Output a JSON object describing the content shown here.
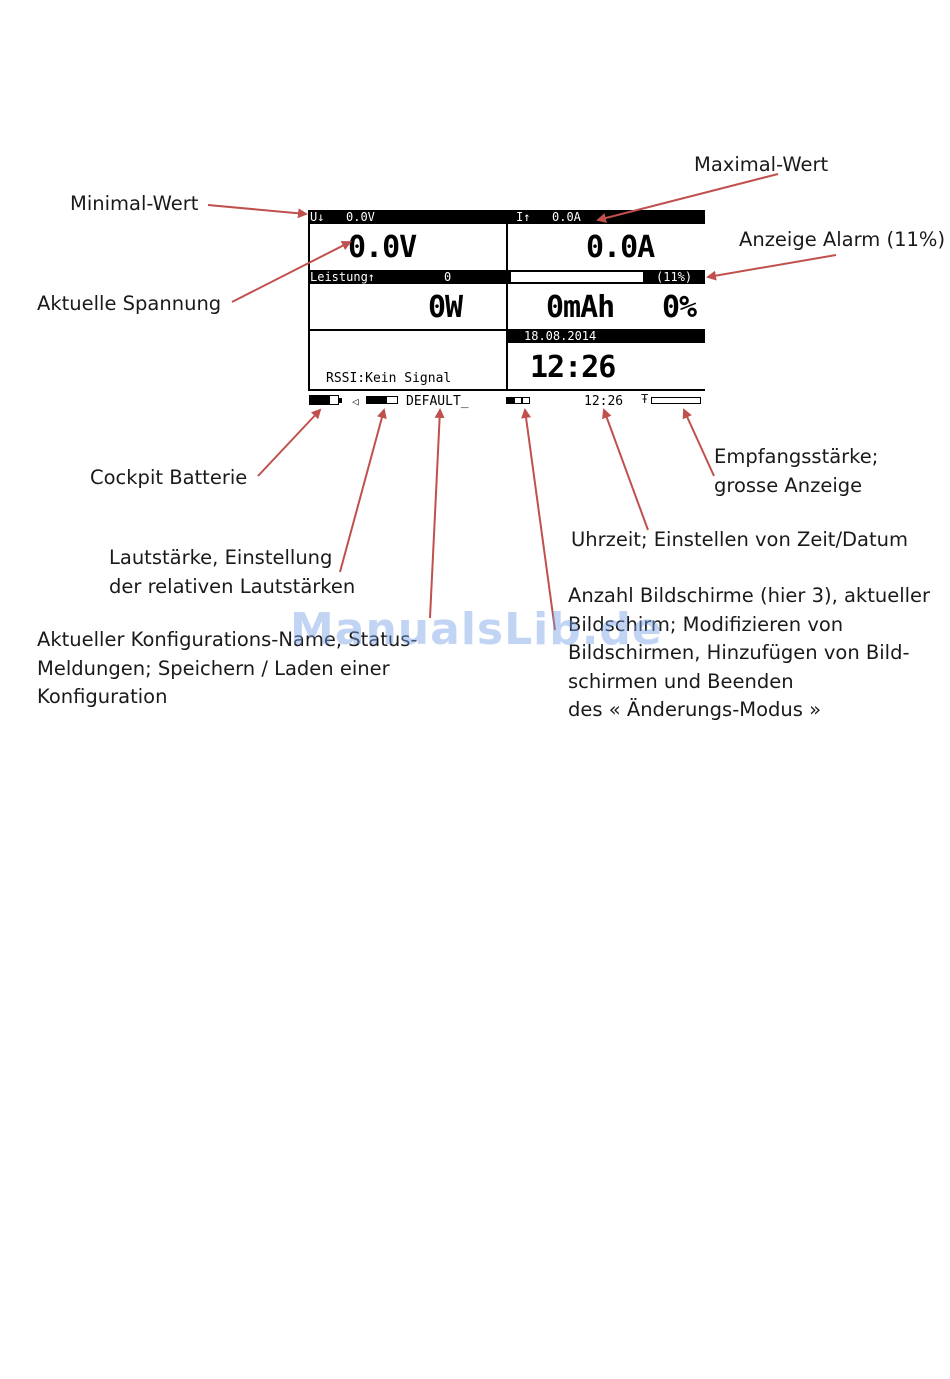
{
  "annotations": {
    "minimal": "Minimal-Wert",
    "maximal": "Maximal-Wert",
    "alarm": "Anzeige Alarm (11%)",
    "spannung": "Aktuelle Spannung",
    "cockpit": "Cockpit Batterie",
    "lautstaerke": [
      "Lautstärke, Einstellung",
      "der relativen Lautstärken"
    ],
    "konfig": [
      "Aktueller Konfigurations-Name, Status-",
      "Meldungen; Speichern / Laden einer",
      "Konfiguration"
    ],
    "empfang": [
      "Empfangsstärke;",
      "grosse Anzeige"
    ],
    "uhrzeit": "Uhrzeit; Einstellen von Zeit/Datum",
    "bildschirme": [
      "Anzahl Bildschirme (hier 3), aktueller",
      "Bildschirm; Modifizieren von",
      "Bildschirmen, Hinzufügen von Bild-",
      "schirmen und Beenden",
      "des « Änderungs-Modus »"
    ]
  },
  "lcd": {
    "min_label": "U↓",
    "min_value": "0.0V",
    "max_label": "I↑",
    "max_value": "0.0A",
    "voltage": "0.0V",
    "current": "0.0A",
    "power_label": "Leistung↑",
    "power_max": "0",
    "alarm_percent": "(11%)",
    "alarm_level": 0.0,
    "power": "0W",
    "capacity": "0mAh",
    "capacity_percent": "0%",
    "date": "18.08.2014",
    "time_large": "12:26",
    "rssi": "RSSI:Kein Signal",
    "config_name": "DEFAULT_",
    "time_small": "12:26",
    "screen_count": 3,
    "current_screen": 1
  },
  "watermark": "ManualsLib.de",
  "colors": {
    "arrow": "#c0504d",
    "lcd": "#000000",
    "watermark": "#78a0e6"
  }
}
